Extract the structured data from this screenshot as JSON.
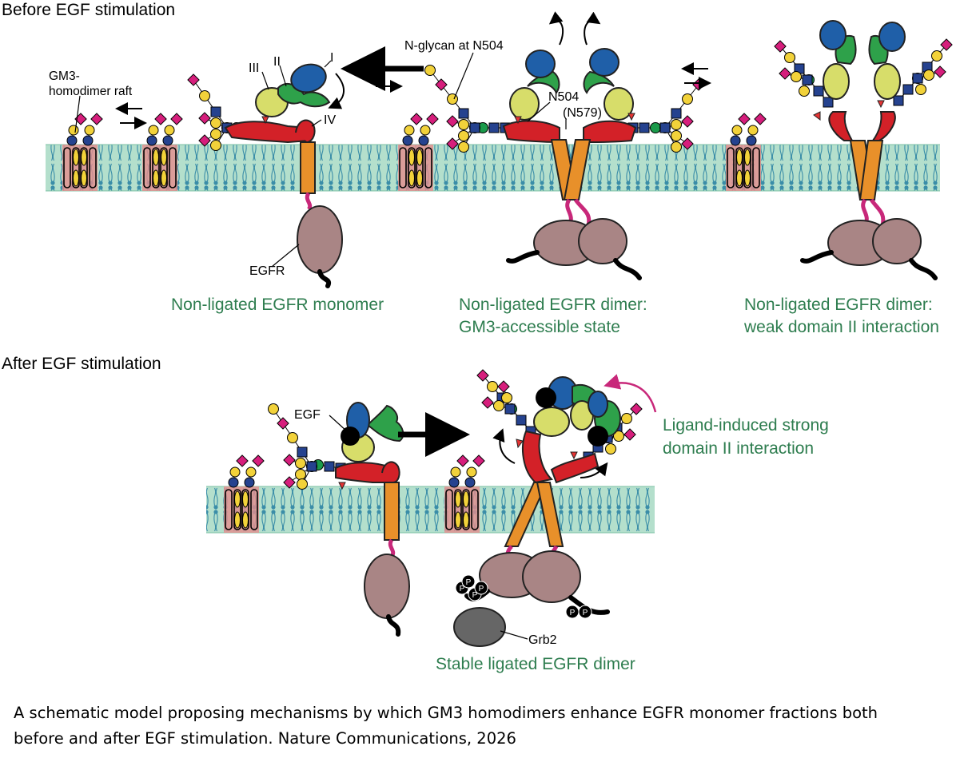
{
  "headings": {
    "before": "Before EGF stimulation",
    "after": "After EGF stimulation"
  },
  "labels": {
    "raft": [
      "GM3-",
      "homodimer raft"
    ],
    "domains": [
      "I",
      "II",
      "III",
      "IV"
    ],
    "nglycan": "N-glycan at N504",
    "n504": "N504",
    "n579": "(N579)",
    "egfr": "EGFR",
    "egf": "EGF",
    "grb2": "Grb2",
    "p": "P"
  },
  "states": {
    "monomer": "Non-ligated EGFR monomer",
    "dimer_access": [
      "Non-ligated EGFR dimer:",
      "GM3-accessible state"
    ],
    "dimer_weak": [
      "Non-ligated EGFR dimer:",
      "weak domain II interaction"
    ],
    "ligand_strong": [
      "Ligand-induced strong",
      "domain II interaction"
    ],
    "stable": "Stable ligated EGFR dimer"
  },
  "caption": [
    "A schematic model proposing mechanisms by which GM3 homodimers enhance EGFR monomer fractions both",
    "before and after EGF stimulation. Nature Communications, 2026"
  ],
  "colors": {
    "membrane": "#a9d9c4",
    "lipid": "#3a8da8",
    "domainI": "#1f5fa8",
    "domainII": "#2ea14a",
    "domainIII": "#d7dd6a",
    "domainIV": "#d32128",
    "tm": "#e8902a",
    "kinase": "#a98585",
    "linker": "#c8287a",
    "glcnac": "#25428f",
    "man": "#1a9a4a",
    "gal": "#f2d23a",
    "sia": "#d61e7c",
    "fuc": "#e53333",
    "text_green": "#2e7d4f"
  }
}
